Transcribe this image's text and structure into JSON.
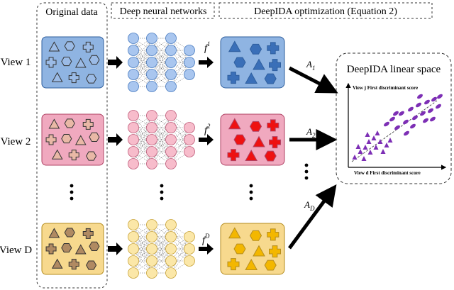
{
  "sections": {
    "original_data": "Original data",
    "deep_networks": "Deep neural networks",
    "optimization": "DeepIDA optimization (Equation 2)"
  },
  "views": [
    {
      "label": "View 1",
      "f_base": "f",
      "f_sup": "1",
      "a_base": "A",
      "a_sub": "1",
      "panel_color": "#8fb4e2",
      "panel_stroke": "#2f5f9e",
      "node_color": "#a9c6ef",
      "node_stroke": "#4a7cc0",
      "shape_color": "#3a6fb8",
      "sample_color": "#9bbbe6"
    },
    {
      "label": "View 2",
      "f_base": "f",
      "f_sup": "2",
      "a_base": "A",
      "a_sub": "2",
      "panel_color": "#f0a9bf",
      "panel_stroke": "#b04466",
      "node_color": "#f7bccb",
      "node_stroke": "#c05d7b",
      "shape_color": "#ee1111",
      "sample_color": "#e9b8a6"
    },
    {
      "label": "View D",
      "f_base": "f",
      "f_sup": "D",
      "a_base": "A",
      "a_sub": "D",
      "panel_color": "#f7d98e",
      "panel_stroke": "#b58d1f",
      "node_color": "#fbe7a8",
      "node_stroke": "#c9a43a",
      "shape_color": "#f3b700",
      "sample_color": "#b08a62"
    }
  ],
  "linear_space": {
    "title": "DeepIDA linear space",
    "y_axis_label": "View j First discriminant score",
    "x_axis_label": "View d First discriminant score",
    "point_color": "#7d2fb5"
  }
}
